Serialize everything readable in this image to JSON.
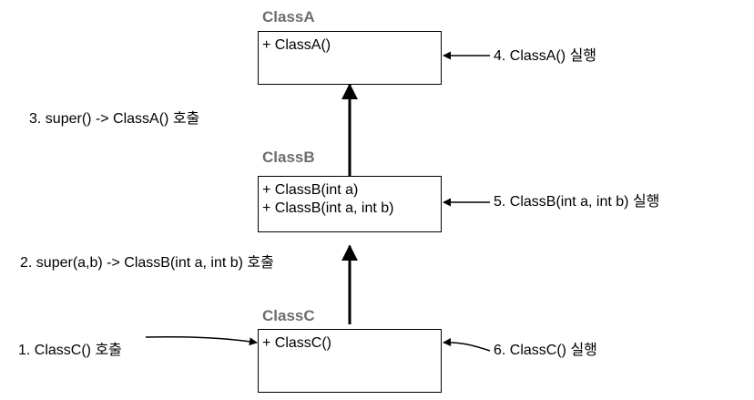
{
  "style": {
    "title_color": "#6e6e6e",
    "text_color": "#000000",
    "line_color": "#000000"
  },
  "class_a": {
    "title": "ClassA",
    "methods": [
      "+ ClassA()"
    ]
  },
  "class_b": {
    "title": "ClassB",
    "methods": [
      "+ ClassB(int a)",
      "+ ClassB(int a, int b)"
    ]
  },
  "class_c": {
    "title": "ClassC",
    "methods": [
      "+ ClassC()"
    ]
  },
  "steps": {
    "step1": "1. ClassC() 호출",
    "step2": "2. super(a,b) -> ClassB(int a, int b) 호출",
    "step3": "3. super() -> ClassA() 호출",
    "step4": "4. ClassA() 실행",
    "step5": "5. ClassB(int a, int b) 실행",
    "step6": "6. ClassC() 실행"
  }
}
